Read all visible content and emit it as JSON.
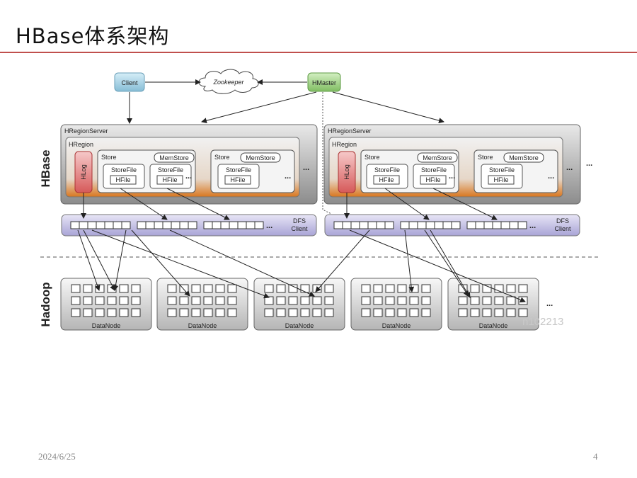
{
  "slide": {
    "title": "HBase体系架构",
    "date": "2024/6/25",
    "page_number": "4"
  },
  "diagram": {
    "client": "Client",
    "zookeeper": "Zookeeper",
    "hmaster": "HMaster",
    "hbase_label": "HBase",
    "hadoop_label": "Hadoop",
    "region_server": "HRegionServer",
    "region": "HRegion",
    "hlog": "HLog",
    "store": "Store",
    "memstore": "MemStore",
    "storefile": "StoreFile",
    "hfile": "HFile",
    "dfs_client_line1": "DFS",
    "dfs_client_line2": "Client",
    "datanode": "DataNode",
    "ellipsis": "...",
    "watermark": "n102213"
  },
  "colors": {
    "accent_rule": "#c0504d",
    "client_box": "#a9d3e6",
    "hmaster_box": "#9ccf86",
    "hlog_box": "#e58a8a",
    "region_fill": "#e07a1f",
    "dfs_box": "#c9c6e6"
  }
}
